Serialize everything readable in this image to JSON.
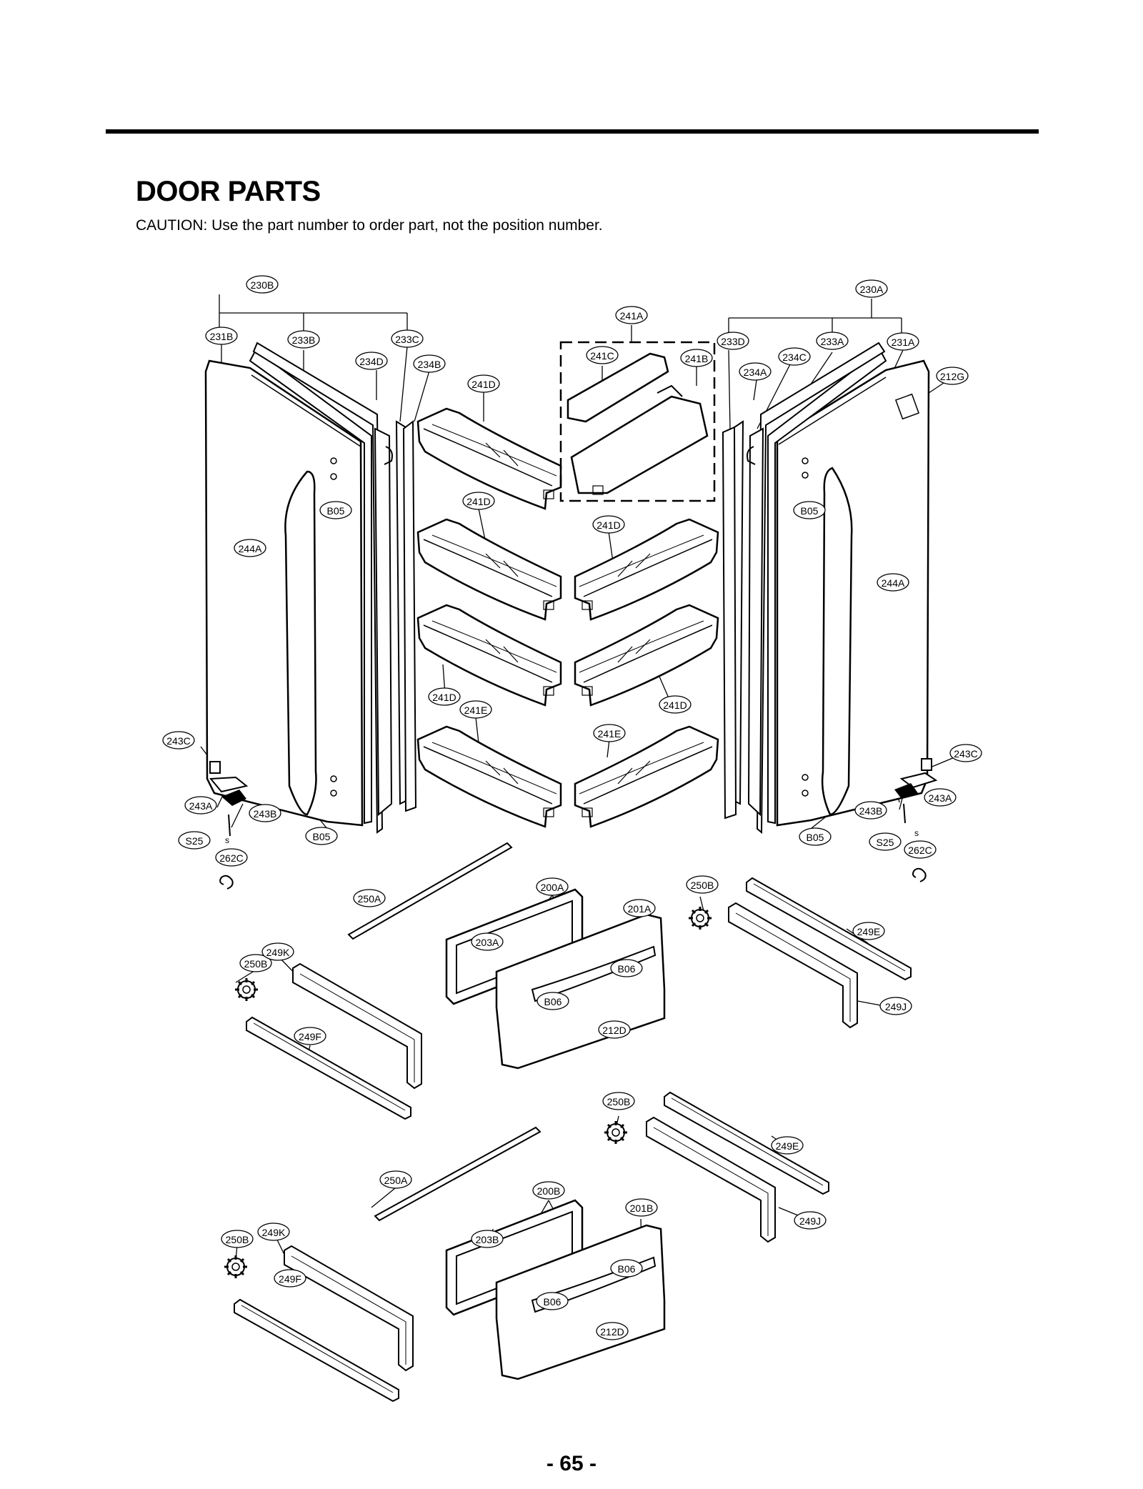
{
  "header": {
    "title": "DOOR PARTS",
    "caution": "CAUTION: Use the part number to order part, not the position number."
  },
  "footer": {
    "page_number": "- 65 -"
  },
  "callouts": {
    "c230B": "230B",
    "c230A": "230A",
    "c231B": "231B",
    "c233B": "233B",
    "c233C": "233C",
    "c234D": "234D",
    "c234B": "234B",
    "c241A": "241A",
    "c241C": "241C",
    "c241B": "241B",
    "c233D": "233D",
    "c234A": "234A",
    "c234C": "234C",
    "c233A": "233A",
    "c231A": "231A",
    "c212G": "212G",
    "c241D_1": "241D",
    "c241D_2": "241D",
    "c241D_3": "241D",
    "c241D_4": "241D",
    "c241D_5": "241D",
    "c241E_1": "241E",
    "c241E_2": "241E",
    "cB05_1": "B05",
    "cB05_2": "B05",
    "cB05_3": "B05",
    "cB05_4": "B05",
    "c244A_1": "244A",
    "c244A_2": "244A",
    "c243C_1": "243C",
    "c243C_2": "243C",
    "c243A_1": "243A",
    "c243A_2": "243A",
    "c243B_1": "243B",
    "c243B_2": "243B",
    "cS25_1": "S25",
    "cS25_2": "S25",
    "c262C_1": "262C",
    "c262C_2": "262C",
    "s_1": "s",
    "s_2": "s",
    "c250A_1": "250A",
    "c250A_2": "250A",
    "c200A": "200A",
    "c201A": "201A",
    "c203A": "203A",
    "c250B_1": "250B",
    "c250B_2": "250B",
    "c250B_3": "250B",
    "c250B_4": "250B",
    "c249E_1": "249E",
    "c249E_2": "249E",
    "c249K_1": "249K",
    "c249K_2": "249K",
    "cB06_1": "B06",
    "cB06_2": "B06",
    "cB06_3": "B06",
    "cB06_4": "B06",
    "c212D_1": "212D",
    "c212D_2": "212D",
    "c249J_1": "249J",
    "c249J_2": "249J",
    "c249F_1": "249F",
    "c249F_2": "249F",
    "c200B": "200B",
    "c201B": "201B",
    "c203B": "203B"
  }
}
